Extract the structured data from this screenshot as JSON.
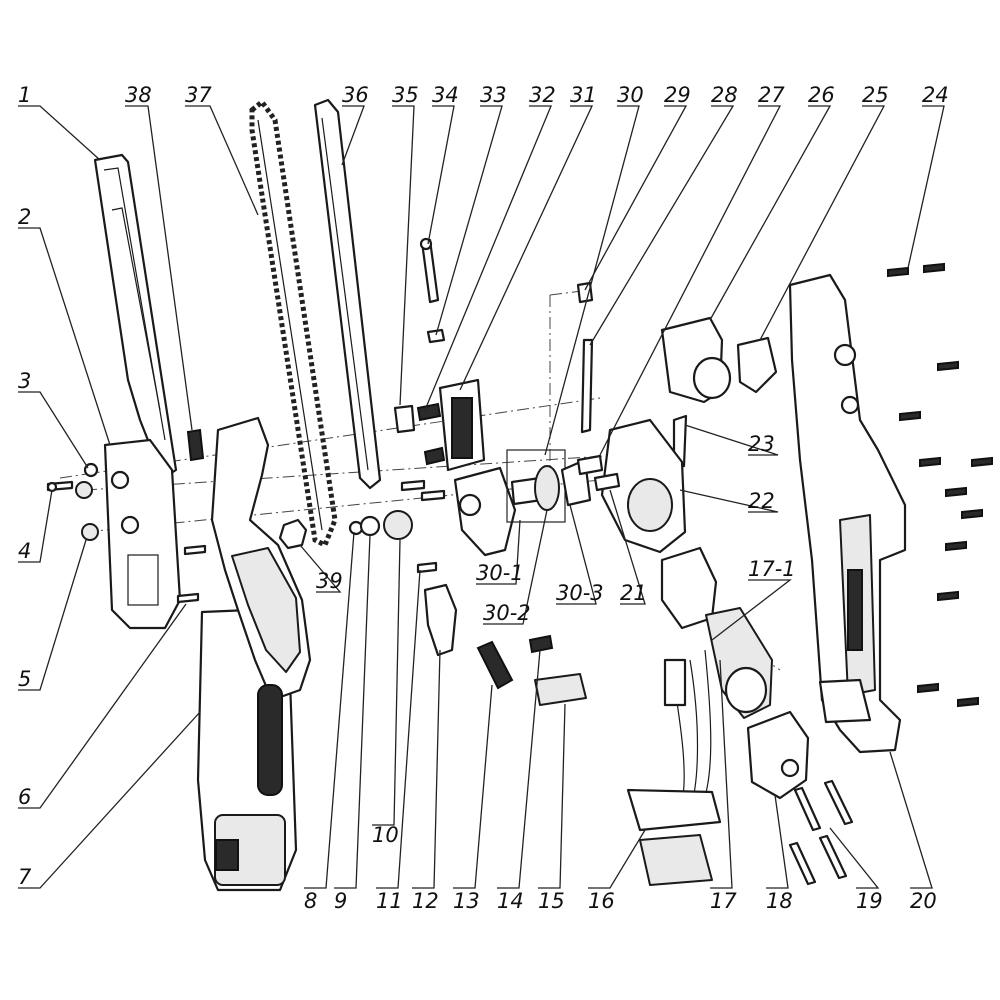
{
  "diagram": {
    "callouts": [
      "1",
      "2",
      "3",
      "4",
      "5",
      "6",
      "7",
      "8",
      "9",
      "10",
      "11",
      "12",
      "13",
      "14",
      "15",
      "16",
      "17",
      "17-1",
      "18",
      "19",
      "20",
      "21",
      "22",
      "23",
      "24",
      "25",
      "26",
      "27",
      "28",
      "29",
      "30",
      "30-1",
      "30-2",
      "30-3",
      "31",
      "32",
      "33",
      "34",
      "35",
      "36",
      "37",
      "38",
      "39"
    ]
  }
}
